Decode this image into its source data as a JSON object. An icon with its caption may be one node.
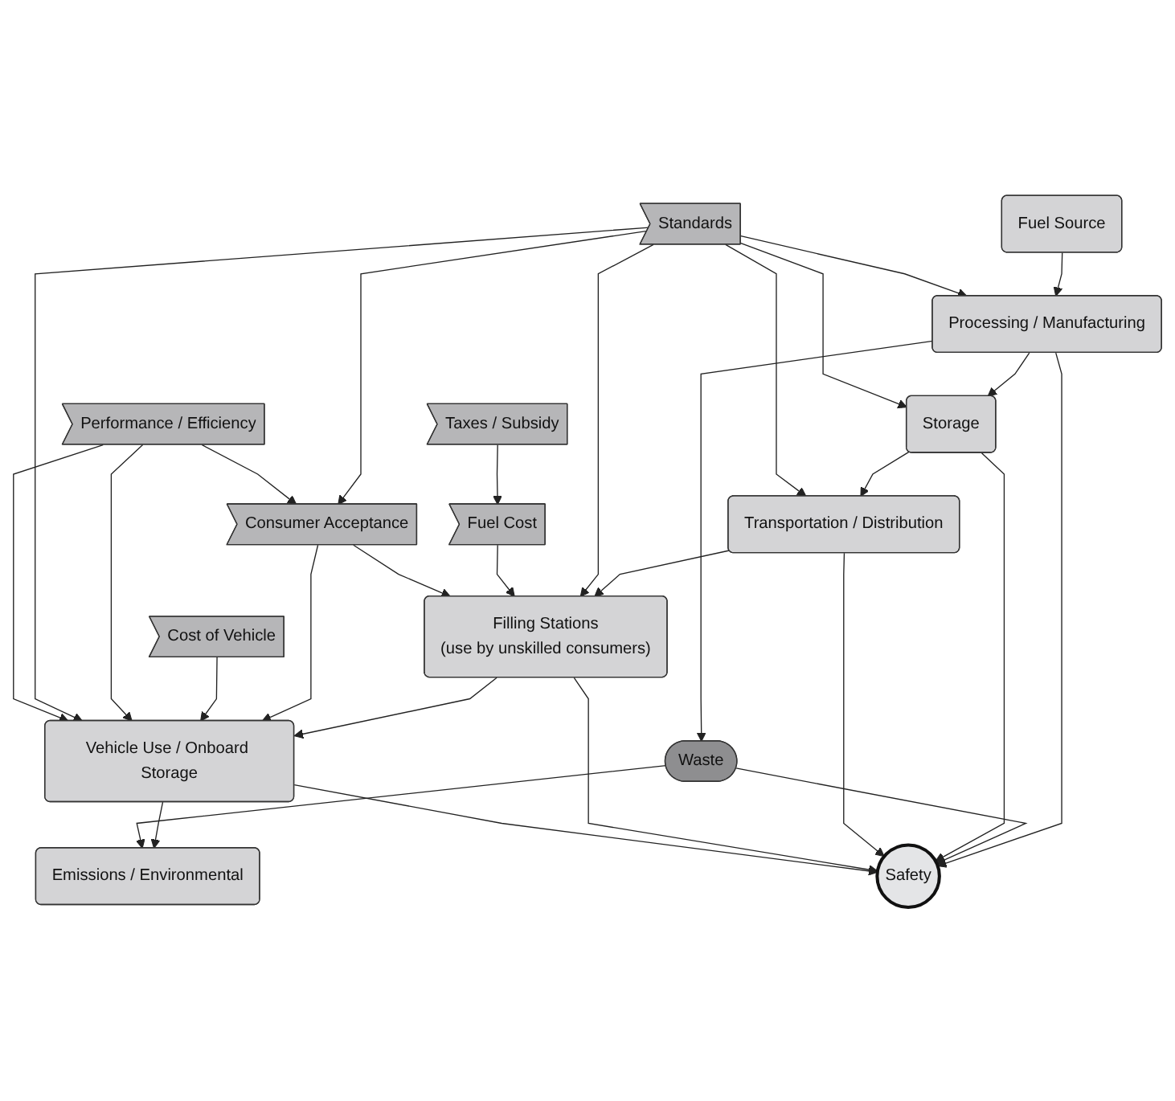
{
  "diagram": {
    "nodes": [
      {
        "text": [
          "Fuel Source"
        ]
      },
      {
        "text": [
          "Processing / Manufacturing"
        ]
      },
      {
        "text": [
          "Storage"
        ]
      },
      {
        "text": [
          "Transportation / Distribution"
        ]
      },
      {
        "text": [
          "Filling Stations",
          "(use by unskilled consumers)"
        ]
      },
      {
        "text": [
          "Vehicle Use / Onboard Storage"
        ]
      },
      {
        "text": [
          "Emissions / Environmental"
        ]
      },
      {
        "text": [
          "Waste"
        ]
      },
      {
        "text": [
          "Safety"
        ]
      },
      {
        "text": [
          "Standards"
        ]
      },
      {
        "text": [
          "Taxes / Subsidy"
        ]
      },
      {
        "text": [
          "Fuel Cost"
        ]
      },
      {
        "text": [
          "Consumer Acceptance"
        ]
      },
      {
        "text": [
          "Cost of Vehicle"
        ]
      },
      {
        "text": [
          "Performance / Efficiency"
        ]
      }
    ],
    "edges": [
      {
        "from": 0,
        "to": 1,
        "arrow": "to"
      },
      {
        "from": 1,
        "to": 2,
        "arrow": "to"
      },
      {
        "from": 2,
        "to": 3,
        "arrow": "to"
      },
      {
        "from": 3,
        "to": 4,
        "arrow": "to"
      },
      {
        "from": 4,
        "to": 5,
        "arrow": "to"
      },
      {
        "from": 5,
        "to": 6,
        "arrow": "to"
      },
      {
        "from": 1,
        "to": 7,
        "arrow": "to"
      },
      {
        "from": 1,
        "to": 8,
        "arrow": "to"
      },
      {
        "from": 7,
        "to": 8,
        "arrow": "to"
      },
      {
        "from": 2,
        "to": 8,
        "arrow": "to"
      },
      {
        "from": 3,
        "to": 8,
        "arrow": "to"
      },
      {
        "from": 4,
        "to": 8,
        "arrow": "to"
      },
      {
        "from": 5,
        "to": 8,
        "arrow": "to"
      },
      {
        "from": 7,
        "to": 6,
        "arrow": "to"
      },
      {
        "from": 9,
        "to": 1,
        "arrow": "to"
      },
      {
        "from": 9,
        "to": 2,
        "arrow": "to"
      },
      {
        "from": 9,
        "to": 3,
        "arrow": "to"
      },
      {
        "from": 9,
        "to": 4,
        "arrow": "to"
      },
      {
        "from": 10,
        "to": 11,
        "arrow": "to"
      },
      {
        "from": 11,
        "to": 4,
        "arrow": "to"
      },
      {
        "from": 12,
        "to": 4,
        "arrow": "to"
      },
      {
        "from": 12,
        "to": 5,
        "arrow": "to"
      },
      {
        "from": 13,
        "to": 5,
        "arrow": "to"
      },
      {
        "from": 14,
        "to": 5,
        "arrow": "to"
      },
      {
        "from": 9,
        "to": 12,
        "arrow": "to"
      },
      {
        "from": 14,
        "to": 12,
        "arrow": "to"
      },
      {
        "from": 9,
        "to": 5,
        "arrow": "to"
      },
      {
        "from": 14,
        "to": 5,
        "arrow": "to"
      }
    ]
  }
}
